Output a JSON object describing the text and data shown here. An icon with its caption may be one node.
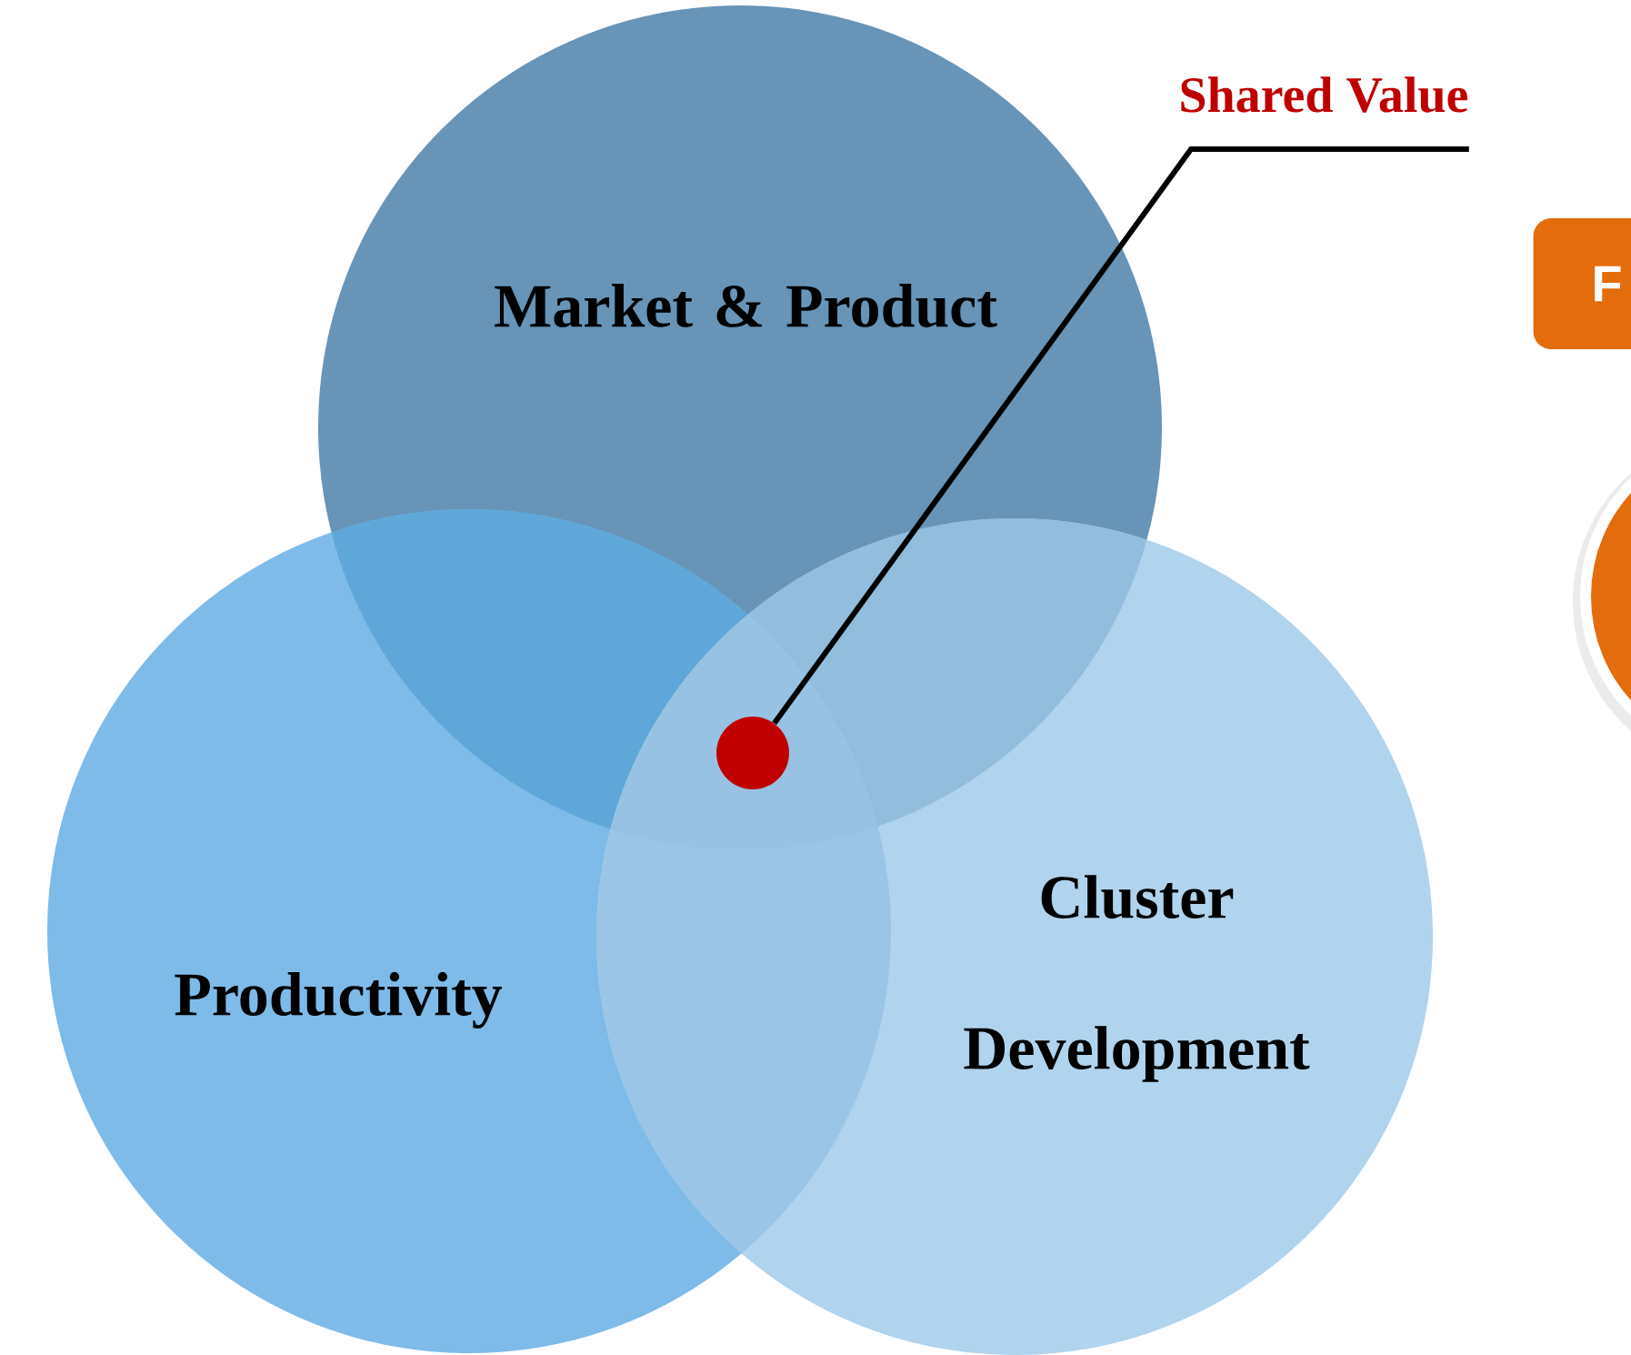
{
  "diagram": {
    "nodes": [
      {
        "text": [
          "Market & Product"
        ]
      },
      {
        "text": [
          "Productivity"
        ]
      },
      {
        "text": [
          "Cluster Development"
        ]
      },
      {
        "text": [],
        "shape": "circle"
      },
      {
        "text": [
          "Shared Value"
        ]
      },
      {
        "text": [
          "F"
        ]
      },
      {
        "text": [],
        "shape": "circle"
      }
    ],
    "edges": [
      {
        "from": 4,
        "to": 3,
        "arrow": "none"
      }
    ]
  }
}
